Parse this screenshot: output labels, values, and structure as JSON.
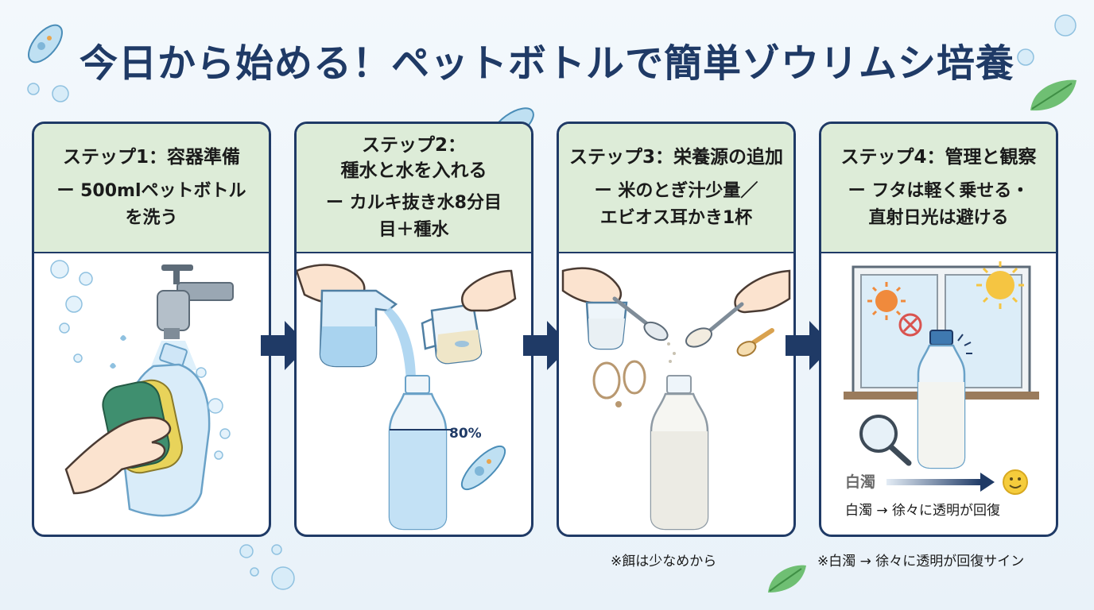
{
  "title": "今日から始める！ペットボトルで簡単ゾウリムシ培養",
  "steps": [
    {
      "title": "ステップ1：容器準備",
      "desc": "ー 500mlペットボトル\nを洗う"
    },
    {
      "title": "ステップ2：\n種水と水を入れる",
      "desc": "ー カルキ抜き水8分目\n目＋種水"
    },
    {
      "title": "ステップ3：栄養源の追加",
      "desc": "ー 米のとぎ汁少量／\nエビオス耳かき1杯"
    },
    {
      "title": "ステップ4：管理と観察",
      "desc": "ー フタは軽く乗せる・\n直射日光は避ける"
    }
  ],
  "step2_fill_label": "80%",
  "step4_scale_label": "白濁",
  "step4_progress_text": "白濁 → 徐々に透明が回復",
  "notes": {
    "step3": "※餌は少なめから",
    "step4": "※白濁 → 徐々に透明が回復サイン"
  },
  "colors": {
    "navy": "#1f3a66",
    "header_green": "#ddecd8",
    "water_blue": "#cfe6f7",
    "leaf_green": "#6fbf73"
  },
  "icons": [
    "faucet-icon",
    "sponge-icon",
    "hand-icon",
    "pitcher-icon",
    "cup-icon",
    "paramecium-icon",
    "spoon-icon",
    "window-icon",
    "sun-icon",
    "prohibit-icon",
    "magnifier-icon",
    "smiley-icon",
    "leaf-icon",
    "bubble-icon"
  ]
}
